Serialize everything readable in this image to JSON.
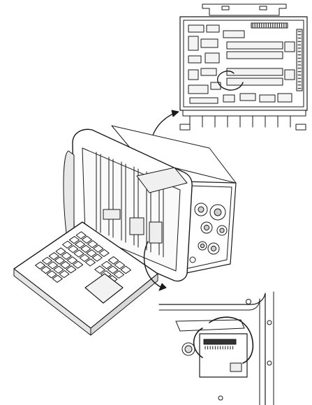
{
  "diagram": {
    "stroke_color": "#1a1a1a",
    "fill_color": "#ffffff",
    "shade_color": "#d9d9d9",
    "parts": [
      "top-circuit-board-detail",
      "portable-instrument-body",
      "keyboard-panel",
      "bottom-internal-detail"
    ]
  }
}
